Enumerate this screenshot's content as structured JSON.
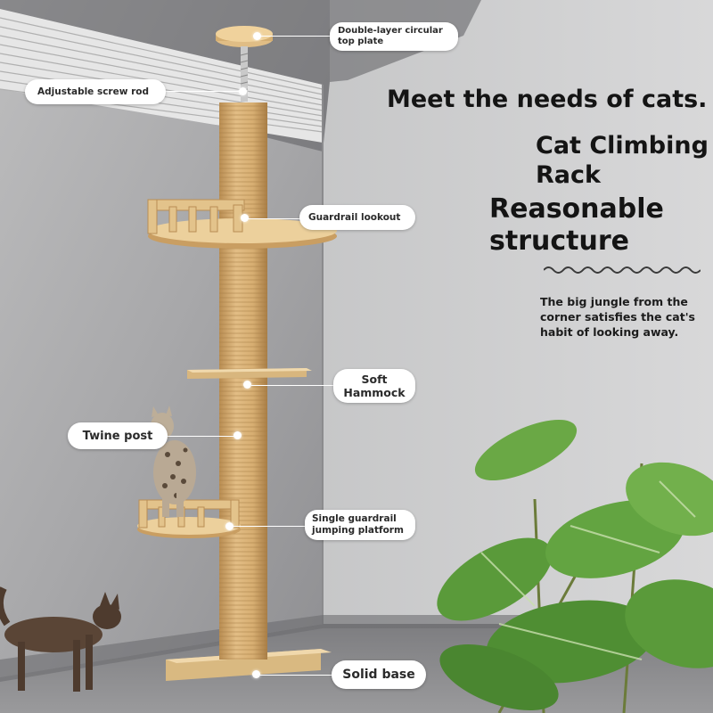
{
  "headline": {
    "main": "Meet the needs of cats.",
    "product_line1": "Cat Climbing",
    "product_line2": "Rack",
    "structure_line1": "Reasonable",
    "structure_line2": "structure"
  },
  "description": {
    "line1": "The big jungle from the",
    "line2": "corner satisfies the cat's",
    "line3": "habit of looking away."
  },
  "callouts": {
    "top_plate_line1": "Double-layer circular",
    "top_plate_line2": "top plate",
    "screw_rod": "Adjustable screw rod",
    "guardrail_lookout": "Guardrail lookout",
    "hammock_line1": "Soft",
    "hammock_line2": "Hammock",
    "twine_post": "Twine post",
    "jump_platform_line1": "Single guardrail",
    "jump_platform_line2": "jumping platform",
    "solid_base": "Solid base"
  },
  "icons": {
    "wave_divider": "wave-divider-icon"
  },
  "colors": {
    "wall": "#a9a9aa",
    "wood": "#e8c793",
    "sisal": "#d4a96b",
    "plant": "#5f9f3e",
    "text": "#141414"
  }
}
